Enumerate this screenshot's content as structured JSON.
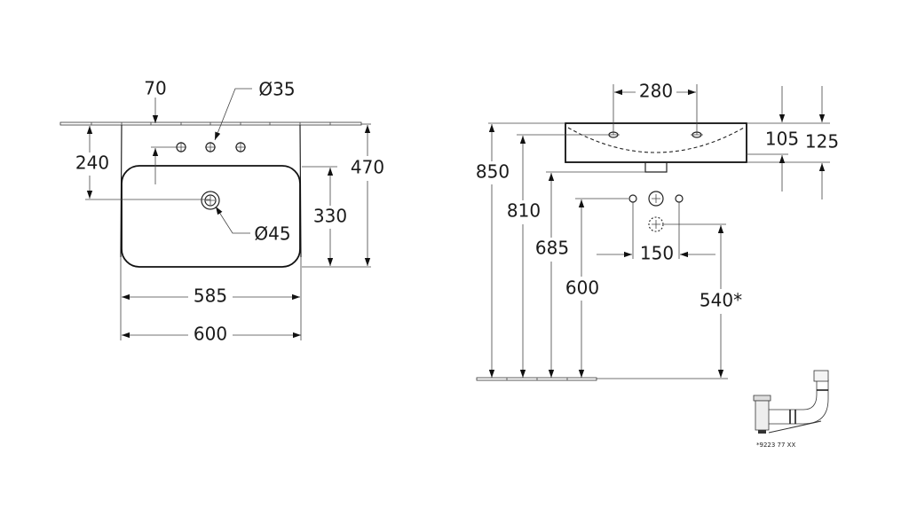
{
  "plan_view": {
    "dim_tap_offset": "70",
    "dim_tap_hole": "Ø35",
    "dim_tap_to_drain": "240",
    "dim_drain_hole": "Ø45",
    "dim_bowl_depth": "330",
    "dim_total_depth": "470",
    "dim_bowl_width": "585",
    "dim_total_width": "600"
  },
  "side_view": {
    "dim_hole_spacing": "280",
    "dim_inner_height": "105",
    "dim_outer_height": "125",
    "dim_top_height": "850",
    "dim_hole_height": "810",
    "dim_drain_height": "685",
    "dim_supply_height": "600",
    "dim_supply_spacing": "150",
    "dim_waste_height": "540*"
  },
  "trap": {
    "caption": "*9223 77 XX"
  },
  "colors": {
    "line": "#111111",
    "background": "#ffffff"
  }
}
